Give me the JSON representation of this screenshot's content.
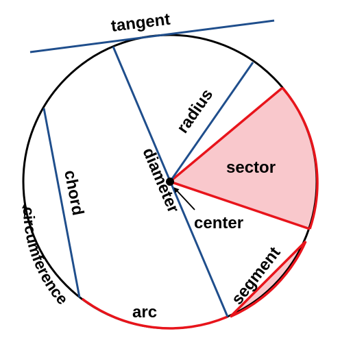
{
  "labels": {
    "tangent": "tangent",
    "radius": "radius",
    "sector": "sector",
    "diameter": "diameter",
    "chord": "chord",
    "center": "center",
    "segment": "segment",
    "arc": "arc",
    "circumference": "circumference"
  },
  "colors": {
    "circle": "#000000",
    "lines": "#1f4e8c",
    "red_outline": "#e8141b",
    "sector_fill": "#f9c8cc",
    "segment_fill": "#f9c8cc",
    "text": "#000000"
  }
}
